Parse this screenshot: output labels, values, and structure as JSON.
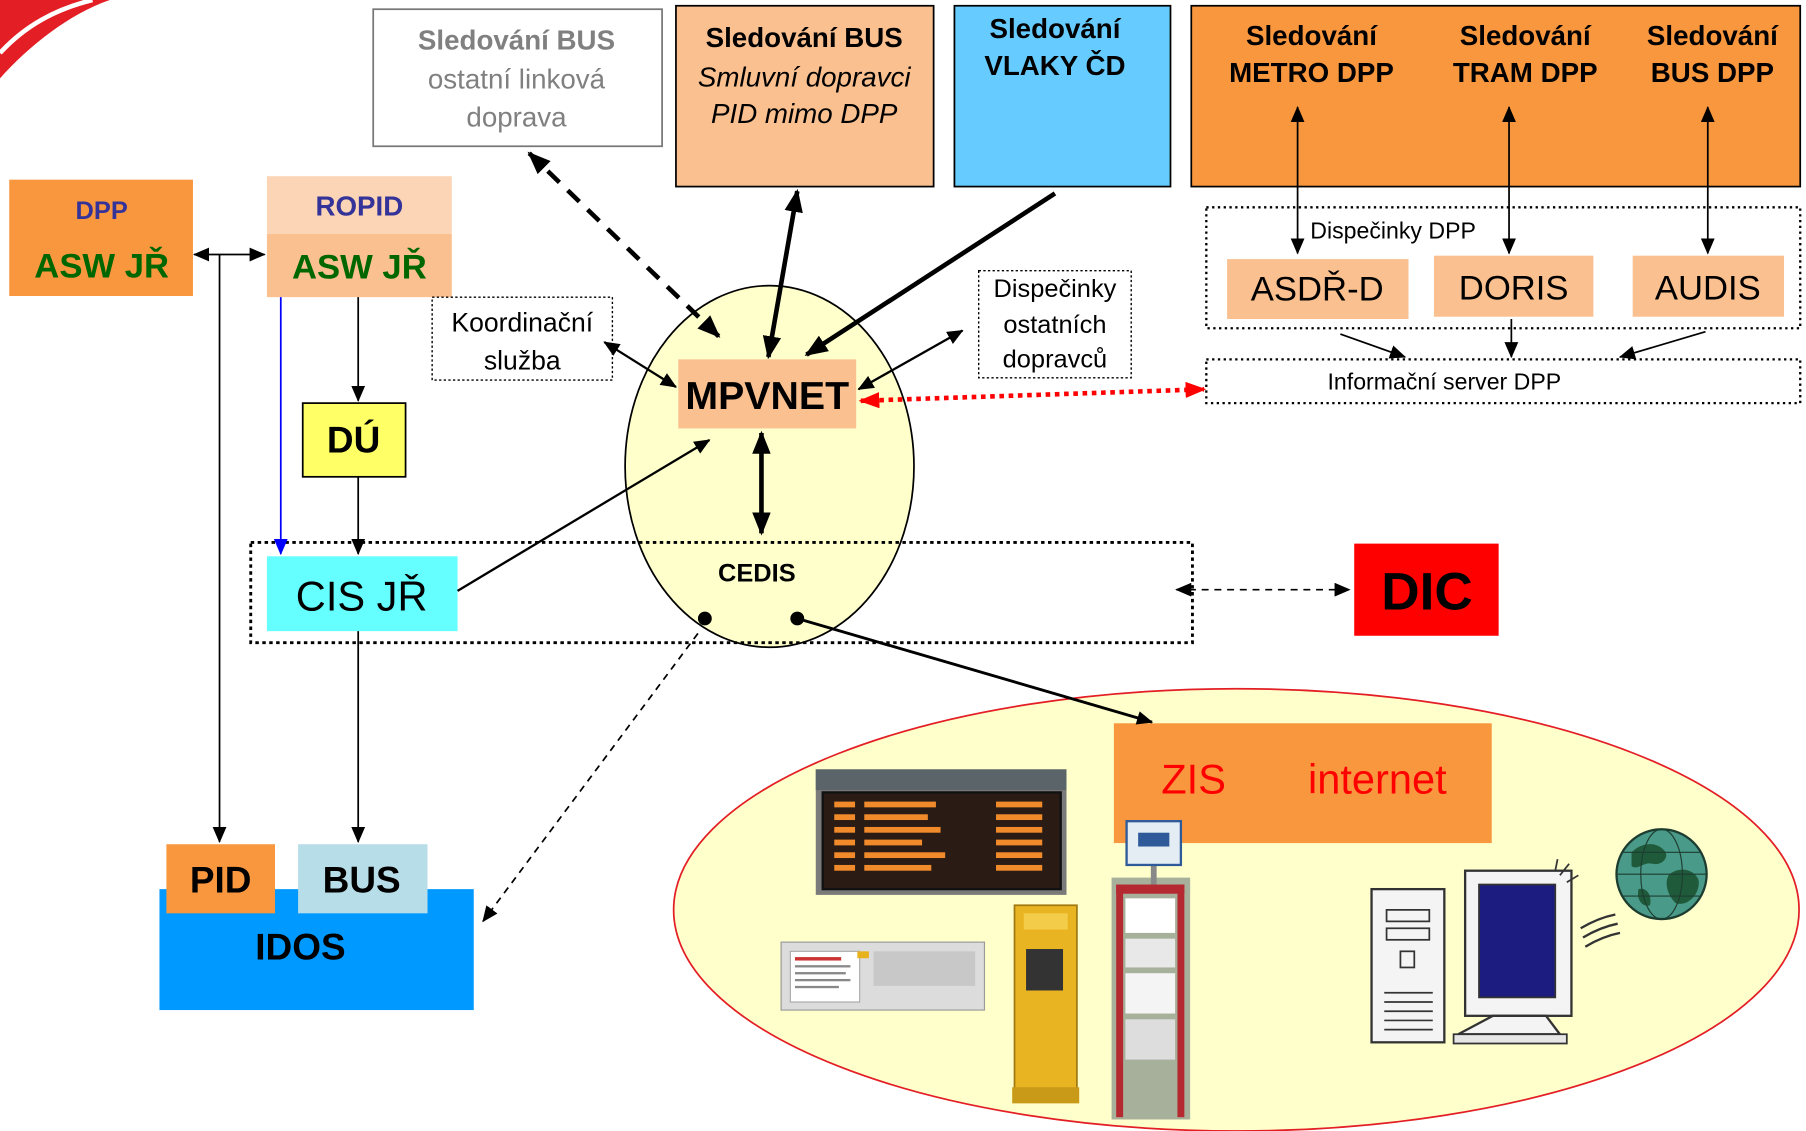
{
  "boxes": {
    "bus_other": {
      "line1": "Sledování BUS",
      "line2": "ostatní linková",
      "line3": "doprava"
    },
    "bus_contract": {
      "line1": "Sledování BUS",
      "line2": "Smluvní dopravci",
      "line3": "PID mimo DPP"
    },
    "trains": {
      "line1": "Sledování",
      "line2": "VLAKY ČD"
    },
    "dpp_tracking": [
      {
        "line1": "Sledování",
        "line2": "METRO DPP"
      },
      {
        "line1": "Sledování",
        "line2": "TRAM DPP"
      },
      {
        "line1": "Sledování",
        "line2": "BUS DPP"
      }
    ],
    "dpp_asw": {
      "org": "DPP",
      "system": "ASW JŘ"
    },
    "ropid_asw": {
      "org": "ROPID",
      "system": "ASW JŘ"
    },
    "coordination": {
      "line1": "Koordinační",
      "line2": "služba"
    },
    "mpvnet": "MPVNET",
    "other_dispatch": {
      "line1": "Dispečinky",
      "line2": "ostatních",
      "line3": "dopravců"
    },
    "dpp_dispatch": {
      "label": "Dispečinky DPP",
      "systems": [
        "ASDŘ-D",
        "DORIS",
        "AUDIS"
      ]
    },
    "info_server": "Informační server DPP",
    "du": "DÚ",
    "cis": "CIS JŘ",
    "cedis": "CEDIS",
    "dic": "DIC",
    "zis": {
      "left": "ZIS",
      "right": "internet"
    },
    "idos": {
      "pid": "PID",
      "bus": "BUS",
      "label": "IDOS"
    }
  },
  "colors": {
    "orange": "#F9973E",
    "peach": "#FAC090",
    "light_peach": "#FBD5B5",
    "train_blue": "#66CCFF",
    "cis_cyan": "#66FFFF",
    "du_yellow": "#FFFF66",
    "ellipse_fill": "#FFFFCC",
    "idos_blue": "#0099FF",
    "bus_teal": "#B7DEE8",
    "dic_red": "#FF0000",
    "org_blue": "#333399",
    "asw_green": "#006600",
    "gray_text": "#808080"
  }
}
